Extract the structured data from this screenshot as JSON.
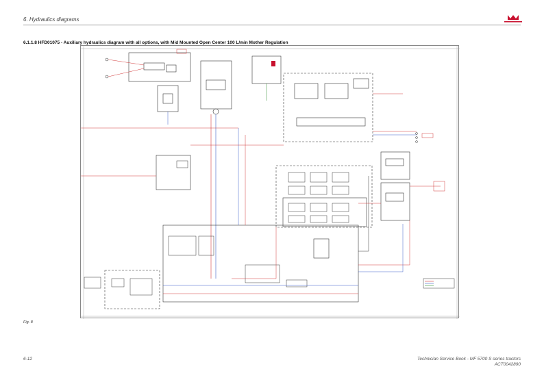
{
  "header": {
    "chapter_title": "6. Hydraulics diagrams"
  },
  "section": {
    "title": "6.1.1.8  HFD01075 - Auxiliary hydraulics diagram with all options, with Mid Mounted Open Center 100 L/min Mother Regulation"
  },
  "figure": {
    "caption": "Fig. 8"
  },
  "footer": {
    "page_number": "6-12",
    "book_title": "Technician Service Book - MF 5700 S series tractors",
    "book_code": "ACT0042890"
  },
  "colors": {
    "brand_red": "#c8102e",
    "line_red": "#d23a3a",
    "line_blue": "#3a5fc8",
    "line_dark": "#333333"
  }
}
